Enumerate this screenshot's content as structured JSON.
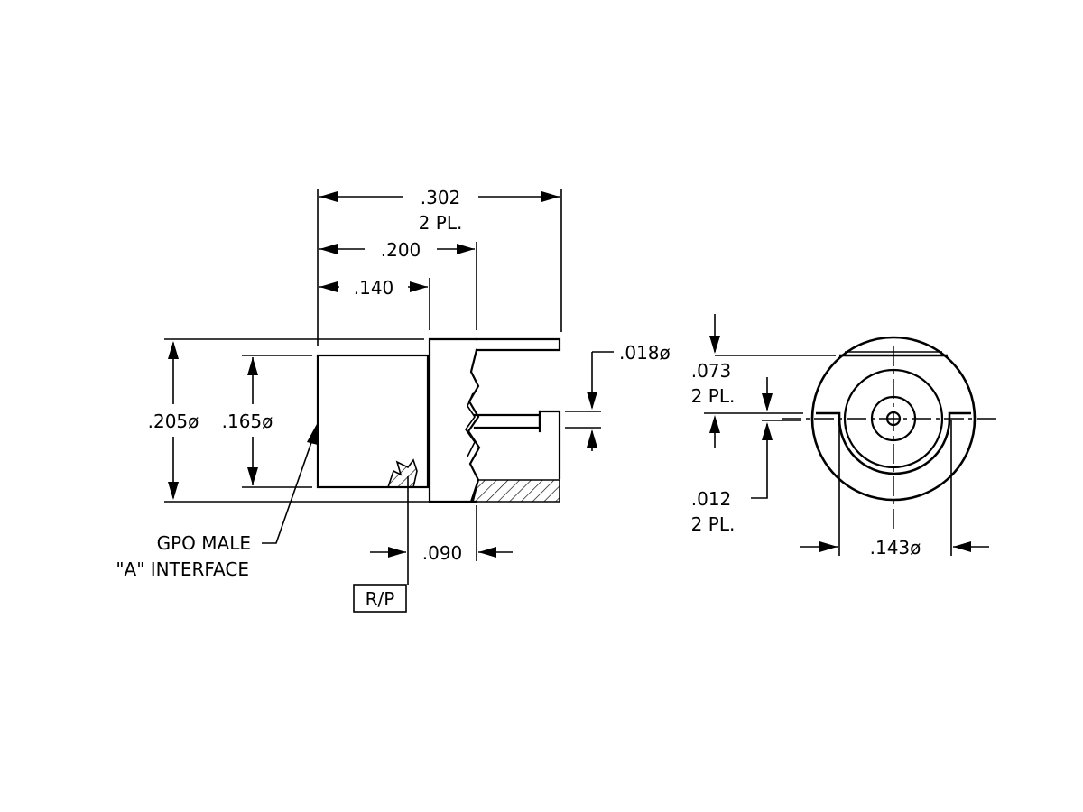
{
  "side_view": {
    "overall_length": ".302",
    "overall_length_note": "2 PL.",
    "length_200": ".200",
    "length_140": ".140",
    "diameter_outer": ".205ø",
    "diameter_inner": ".165ø",
    "pin_diameter": ".018ø",
    "flange_offset": ".090",
    "gpo_label_line1": "GPO MALE",
    "gpo_label_line2": "\"A\" INTERFACE",
    "rp_box": "R/P"
  },
  "end_view": {
    "slot_depth": ".073",
    "slot_depth_note": "2 PL.",
    "slot_width": ".012",
    "slot_width_note": "2 PL.",
    "inner_diameter": ".143ø"
  }
}
